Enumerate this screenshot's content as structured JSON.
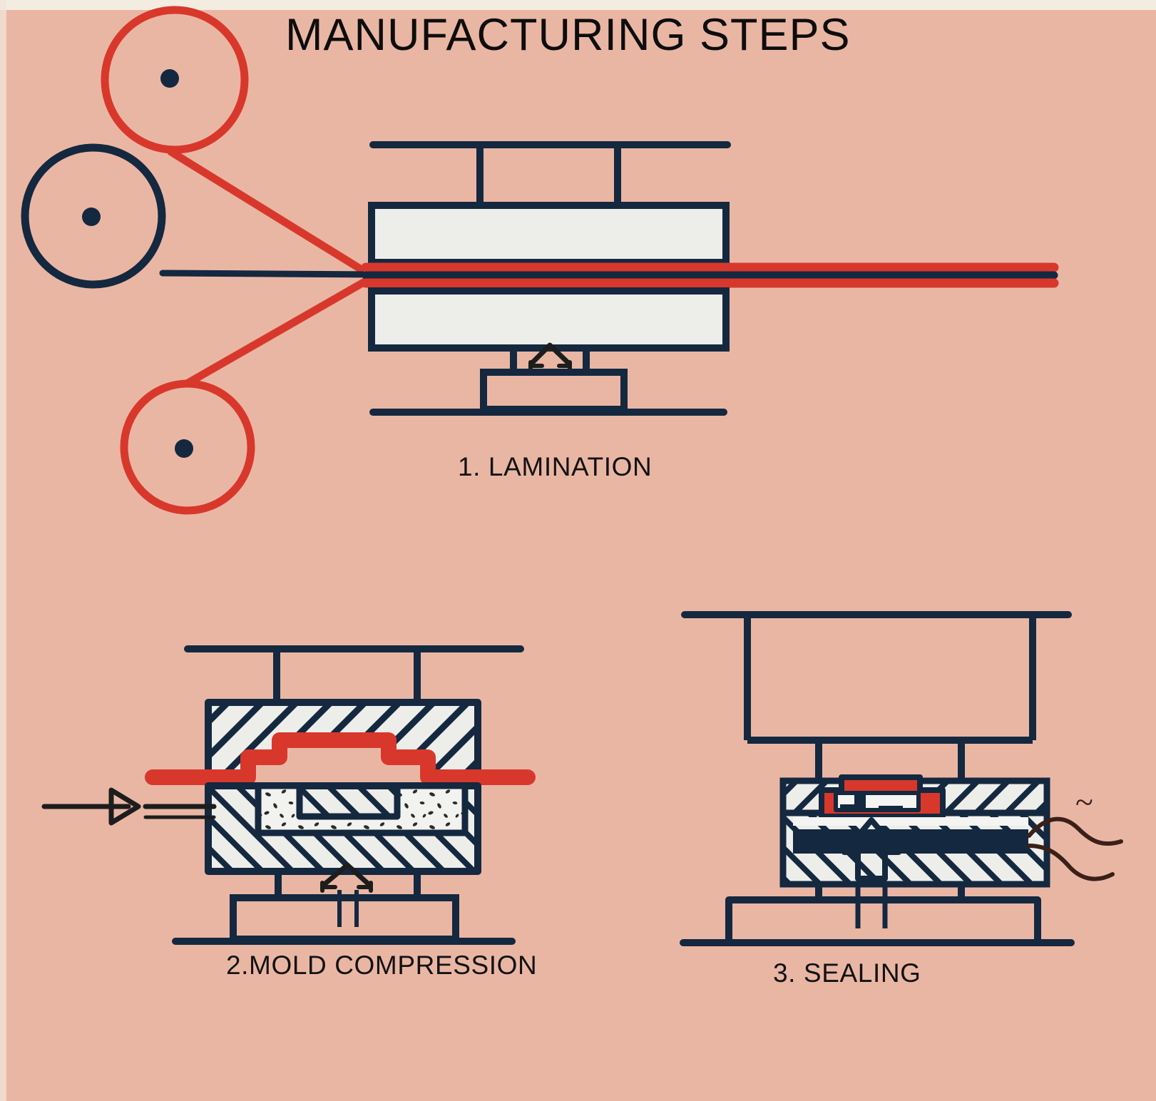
{
  "poster": {
    "title": "MANUFACTURING STEPS",
    "background_color": "#eab6a4",
    "ink_color": "#14283f",
    "accent_color": "#d8382c",
    "fill_color": "#ededea"
  },
  "steps": [
    {
      "id": "lamination",
      "number": "1.",
      "label": "1.  LAMINATION",
      "name": "LAMINATION",
      "elements": [
        "red-supply-roller-top",
        "navy-supply-roller-middle",
        "red-supply-roller-bottom",
        "upper-platen",
        "lower-platen",
        "laminate-web",
        "hydraulic-actuator",
        "press-base"
      ]
    },
    {
      "id": "mold-compression",
      "number": "2.",
      "label": "2.MOLD COMPRESSION",
      "name": "MOLD COMPRESSION",
      "elements": [
        "upper-mold-half-hatched",
        "lower-mold-half-hatched",
        "red-laminate-film",
        "stippled-molding-compound",
        "feed-arrow",
        "hydraulic-actuator",
        "press-base"
      ]
    },
    {
      "id": "sealing",
      "number": "3.",
      "label": "3.  SEALING",
      "name": "SEALING",
      "elements": [
        "upper-seal-die-hatched",
        "lower-seal-die-hatched",
        "red-encapsulant",
        "sealed-component-cavity",
        "electrode-substrate",
        "wavy-lead-wires",
        "ac-source-symbol",
        "pressure-arrow-up",
        "press-base"
      ]
    }
  ],
  "symbols": {
    "ac_source": "~",
    "roller_count": 3,
    "red_roller_count": 2,
    "navy_roller_count": 1
  }
}
